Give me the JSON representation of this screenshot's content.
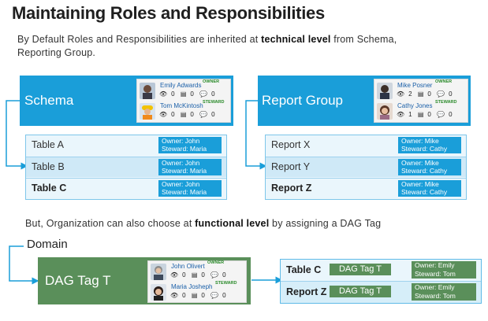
{
  "title": "Maintaining Roles and Responsibilities",
  "intro": {
    "pre": "By Default Roles and Responsibilities are inherited at ",
    "bold": "technical level",
    "post": " from Schema, Reporting Group."
  },
  "line2": {
    "pre": "But, Organization can also choose at ",
    "bold": "functional level",
    "post": " by assigning a DAG Tag"
  },
  "schema": {
    "label": "Schema",
    "people": [
      {
        "name": "Emily Adwards",
        "role": "OWNER",
        "views": "0",
        "docs": "0",
        "comments": "0"
      },
      {
        "name": "Tom McKintosh",
        "role": "STEWARD",
        "views": "0",
        "docs": "0",
        "comments": "0"
      }
    ],
    "rows": [
      {
        "name": "Table A",
        "owner": "Owner: John",
        "steward": "Steward: Maria"
      },
      {
        "name": "Table B",
        "owner": "Owner: John",
        "steward": "Steward: Maria"
      },
      {
        "name": "Table C",
        "owner": "Owner: John",
        "steward": "Steward: Maria"
      }
    ]
  },
  "report_group": {
    "label": "Report Group",
    "people": [
      {
        "name": "Mike Posner",
        "role": "OWNER",
        "views": "2",
        "docs": "0",
        "comments": "0"
      },
      {
        "name": "Cathy Jones",
        "role": "STEWARD",
        "views": "1",
        "docs": "0",
        "comments": "0"
      }
    ],
    "rows": [
      {
        "name": "Report X",
        "owner": "Owner: Mike",
        "steward": "Steward: Cathy"
      },
      {
        "name": "Report Y",
        "owner": "Owner: Mike",
        "steward": "Steward: Cathy"
      },
      {
        "name": "Report Z",
        "owner": "Owner: Mike",
        "steward": "Steward: Cathy"
      }
    ]
  },
  "domain": {
    "label": "Domain",
    "tag_label": "DAG Tag T",
    "people": [
      {
        "name": "John Olivert",
        "role": "OWNER",
        "views": "0",
        "docs": "0",
        "comments": "0"
      },
      {
        "name": "Maria Josheph",
        "role": "STEWARD",
        "views": "0",
        "docs": "0",
        "comments": "0"
      }
    ],
    "rows": [
      {
        "name": "Table C",
        "tag": "DAG Tag T",
        "owner": "Owner: Emily",
        "steward": "Steward: Tom"
      },
      {
        "name": "Report Z",
        "tag": "DAG Tag T",
        "owner": "Owner: Emily",
        "steward": "Steward: Tom"
      }
    ]
  },
  "icons": {
    "views": "eye-icon",
    "docs": "document-icon",
    "comments": "comment-icon"
  },
  "colors": {
    "blue": "#1a9ed9",
    "green": "#5a8f5a",
    "table_bg": "#eaf6fc"
  }
}
